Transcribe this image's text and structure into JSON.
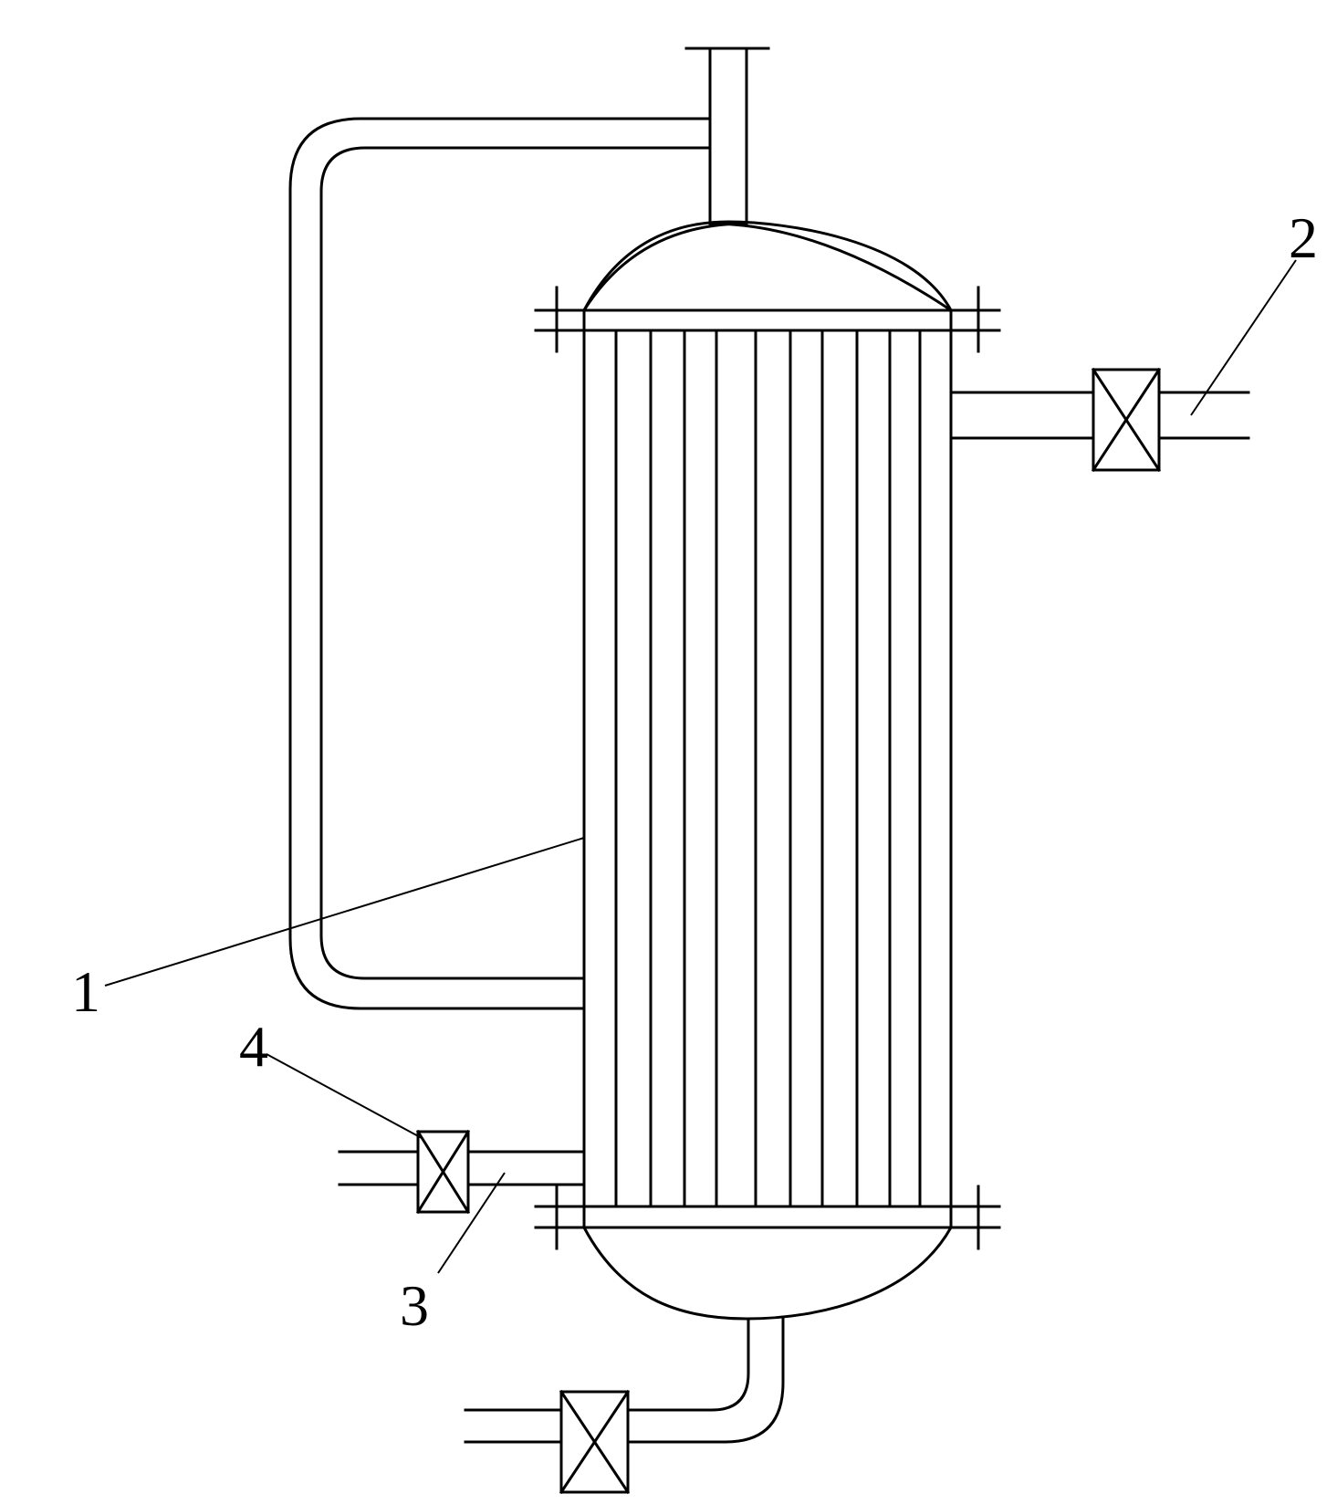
{
  "labels": {
    "one": "1",
    "two": "2",
    "three": "3",
    "four": "4"
  },
  "colors": {
    "line": "#000000",
    "background": "#ffffff"
  }
}
